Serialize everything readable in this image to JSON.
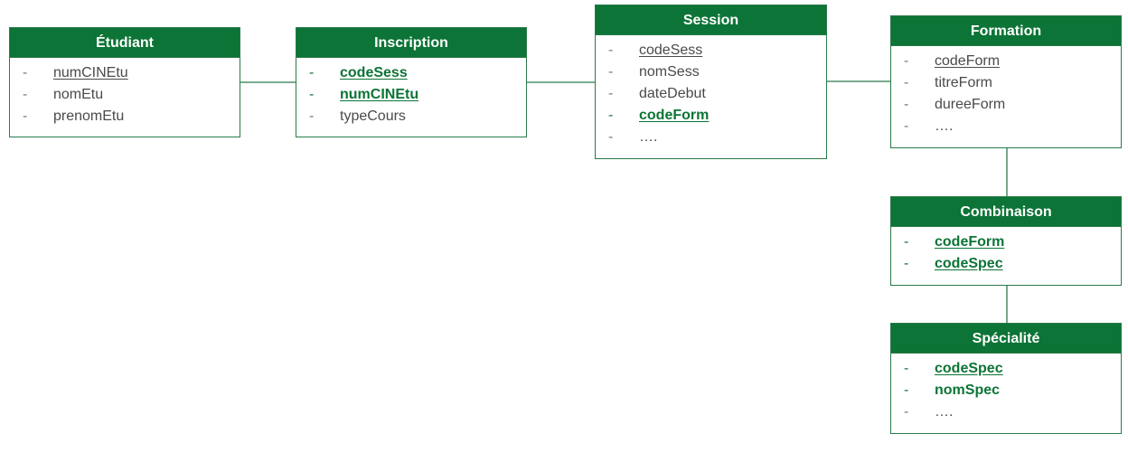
{
  "entities": {
    "etudiant": {
      "title": "Étudiant",
      "attributes": [
        {
          "name": "numCINEtu",
          "kind": "primary-key"
        },
        {
          "name": "nomEtu",
          "kind": "attribute"
        },
        {
          "name": "prenomEtu",
          "kind": "attribute"
        }
      ]
    },
    "inscription": {
      "title": "Inscription",
      "attributes": [
        {
          "name": "codeSess",
          "kind": "primary-foreign-key"
        },
        {
          "name": "numCINEtu",
          "kind": "primary-foreign-key"
        },
        {
          "name": "typeCours",
          "kind": "attribute"
        }
      ]
    },
    "session": {
      "title": "Session",
      "attributes": [
        {
          "name": "codeSess",
          "kind": "primary-key"
        },
        {
          "name": "nomSess",
          "kind": "attribute"
        },
        {
          "name": "dateDebut",
          "kind": "attribute"
        },
        {
          "name": "codeForm",
          "kind": "primary-foreign-key"
        },
        {
          "name": "….",
          "kind": "attribute"
        }
      ]
    },
    "formation": {
      "title": "Formation",
      "attributes": [
        {
          "name": "codeForm",
          "kind": "primary-key"
        },
        {
          "name": "titreForm",
          "kind": "attribute"
        },
        {
          "name": "dureeForm",
          "kind": "attribute"
        },
        {
          "name": "….",
          "kind": "attribute"
        }
      ]
    },
    "combinaison": {
      "title": "Combinaison",
      "attributes": [
        {
          "name": "codeForm",
          "kind": "primary-foreign-key"
        },
        {
          "name": "codeSpec",
          "kind": "primary-foreign-key"
        }
      ]
    },
    "specialite": {
      "title": "Spécialité",
      "attributes": [
        {
          "name": "codeSpec",
          "kind": "primary-foreign-key"
        },
        {
          "name": "nomSpec",
          "kind": "foreign-key"
        },
        {
          "name": "….",
          "kind": "attribute"
        }
      ]
    }
  },
  "relationships": [
    {
      "from": "etudiant",
      "to": "inscription"
    },
    {
      "from": "inscription",
      "to": "session"
    },
    {
      "from": "session",
      "to": "formation"
    },
    {
      "from": "formation",
      "to": "combinaison"
    },
    {
      "from": "combinaison",
      "to": "specialite"
    }
  ],
  "colors": {
    "header_background": "#0c7436",
    "header_text": "#ffffff",
    "border": "#2a7a4a",
    "attribute_text": "#4a4a4a",
    "key_text": "#0c7436"
  }
}
